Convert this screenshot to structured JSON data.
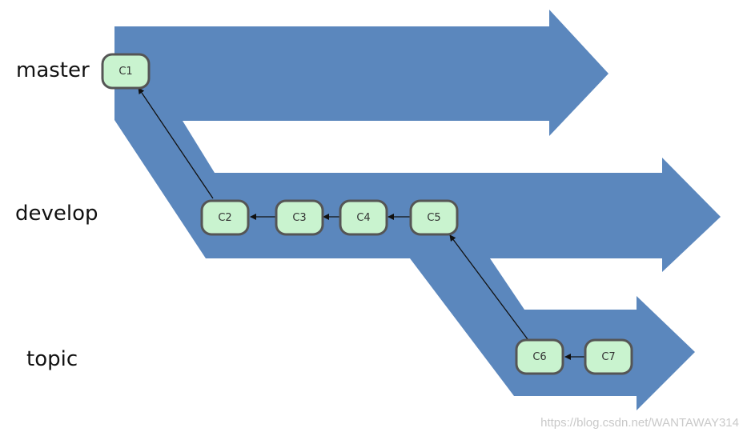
{
  "branches": {
    "master": "master",
    "develop": "develop",
    "topic": "topic"
  },
  "commits": {
    "c1": "C1",
    "c2": "C2",
    "c3": "C3",
    "c4": "C4",
    "c5": "C5",
    "c6": "C6",
    "c7": "C7"
  },
  "watermark": "https://blog.csdn.net/WANTAWAY314",
  "colors": {
    "branch_fill": "#5b87bd",
    "commit_fill": "#c9f3cf",
    "commit_stroke": "#555555",
    "arrow_line": "#111111"
  }
}
